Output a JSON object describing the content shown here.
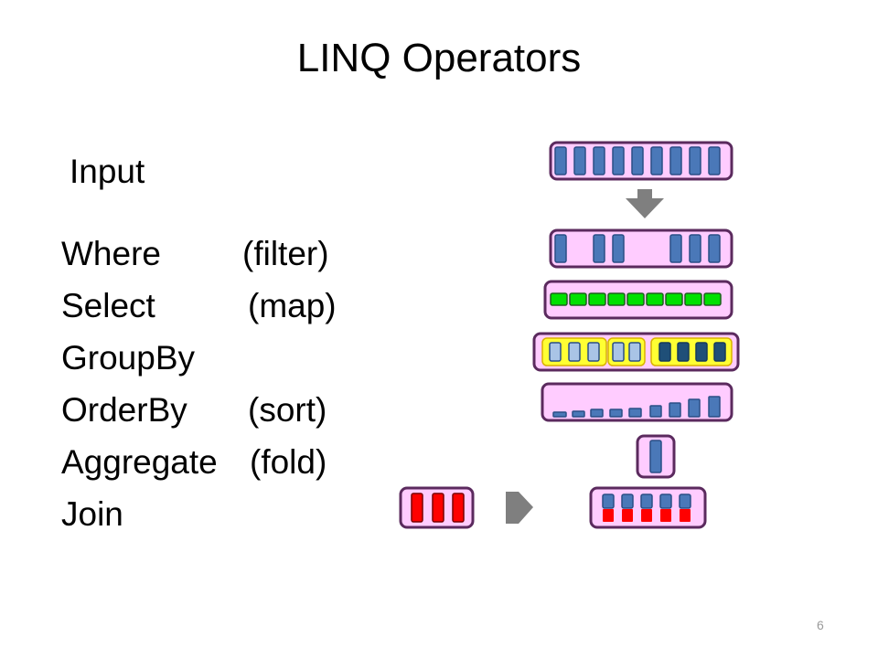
{
  "slide": {
    "title": "LINQ Operators",
    "input_label": "Input",
    "page_number": "6"
  },
  "operators": [
    {
      "name": "Where",
      "desc": "(filter)"
    },
    {
      "name": "Select",
      "desc": "(map)"
    },
    {
      "name": "GroupBy",
      "desc": ""
    },
    {
      "name": "OrderBy",
      "desc": "(sort)"
    },
    {
      "name": "Aggregate",
      "desc": "(fold)"
    },
    {
      "name": "Join",
      "desc": ""
    }
  ],
  "colors": {
    "container_fill": "#ffccff",
    "container_stroke": "#5b2a5e",
    "element_fill": "#4a78b8",
    "element_stroke": "#2a4f86",
    "mapped_fill": "#00e000",
    "group_highlight": "#ffff33",
    "join_red": "#ff0000",
    "arrow_gray": "#7f7f7f"
  }
}
